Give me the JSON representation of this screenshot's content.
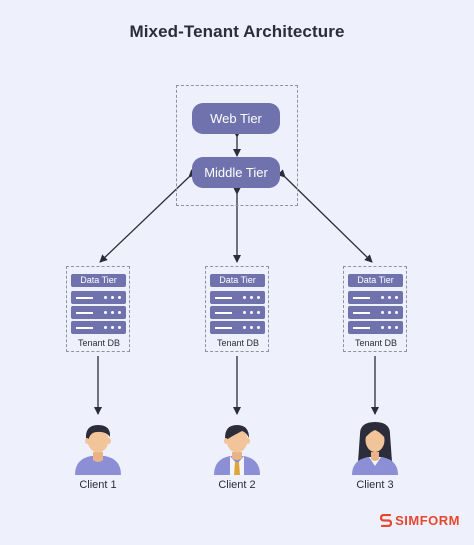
{
  "title": "Mixed-Tenant Architecture",
  "app": {
    "web_tier": "Web Tier",
    "middle_tier": "Middle Tier"
  },
  "databases": [
    {
      "header": "Data Tier",
      "caption": "Tenant DB"
    },
    {
      "header": "Data Tier",
      "caption": "Tenant DB"
    },
    {
      "header": "Data Tier",
      "caption": "Tenant DB"
    }
  ],
  "clients": [
    {
      "label": "Client 1",
      "icon": "male-user-icon"
    },
    {
      "label": "Client 2",
      "icon": "male-user-tie-icon"
    },
    {
      "label": "Client 3",
      "icon": "female-user-icon"
    }
  ],
  "brand": {
    "name": "SIMFORM"
  },
  "colors": {
    "background": "#eef0fb",
    "tier_fill": "#6f72ad",
    "skin": "#f2c49a",
    "shirt": "#8c8fd6",
    "brand": "#e8472f"
  }
}
